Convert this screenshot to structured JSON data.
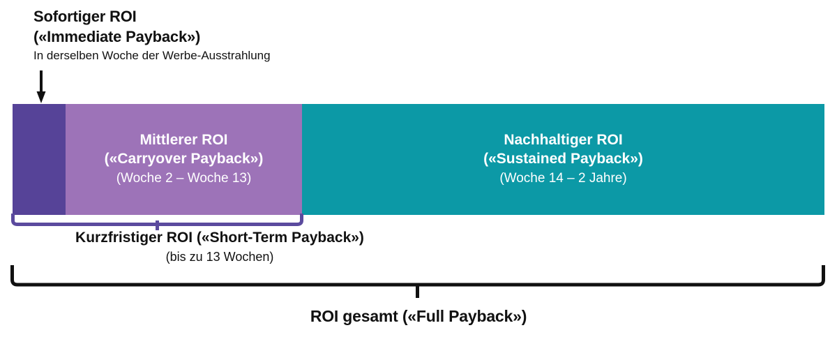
{
  "colors": {
    "immediate": "#564398",
    "carryover": "#9D73B8",
    "sustained": "#0C99A6",
    "short_term_bracket": "#5B4A9E",
    "full_bracket": "#111111",
    "text_dark": "#111111",
    "text_light": "#FFFFFF",
    "background": "#FFFFFF"
  },
  "callout": {
    "title_line1": "Sofortiger ROI",
    "title_line2": "(«Immediate Payback»)",
    "subtitle": "In derselben Woche der Werbe-Ausstrahlung",
    "arrow_icon": "arrow-down-icon"
  },
  "bar": {
    "segments": [
      {
        "id": "immediate",
        "title_line1": "",
        "title_line2": "",
        "note": "",
        "color": "#564398"
      },
      {
        "id": "carryover",
        "title_line1": "Mittlerer ROI",
        "title_line2": "(«Carryover Payback»)",
        "note": "(Woche 2 – Woche 13)",
        "color": "#9D73B8"
      },
      {
        "id": "sustained",
        "title_line1": "Nachhaltiger ROI",
        "title_line2": "(«Sustained Payback»)",
        "note": "(Woche 14 – 2 Jahre)",
        "color": "#0C99A6"
      }
    ]
  },
  "short_term": {
    "title": "Kurzfristiger ROI («Short-Term Payback»)",
    "note": "(bis zu 13 Wochen)",
    "bracket_icon": "bracket-up-icon"
  },
  "full_payback": {
    "title": "ROI gesamt («Full Payback»)",
    "bracket_icon": "bracket-up-icon"
  }
}
